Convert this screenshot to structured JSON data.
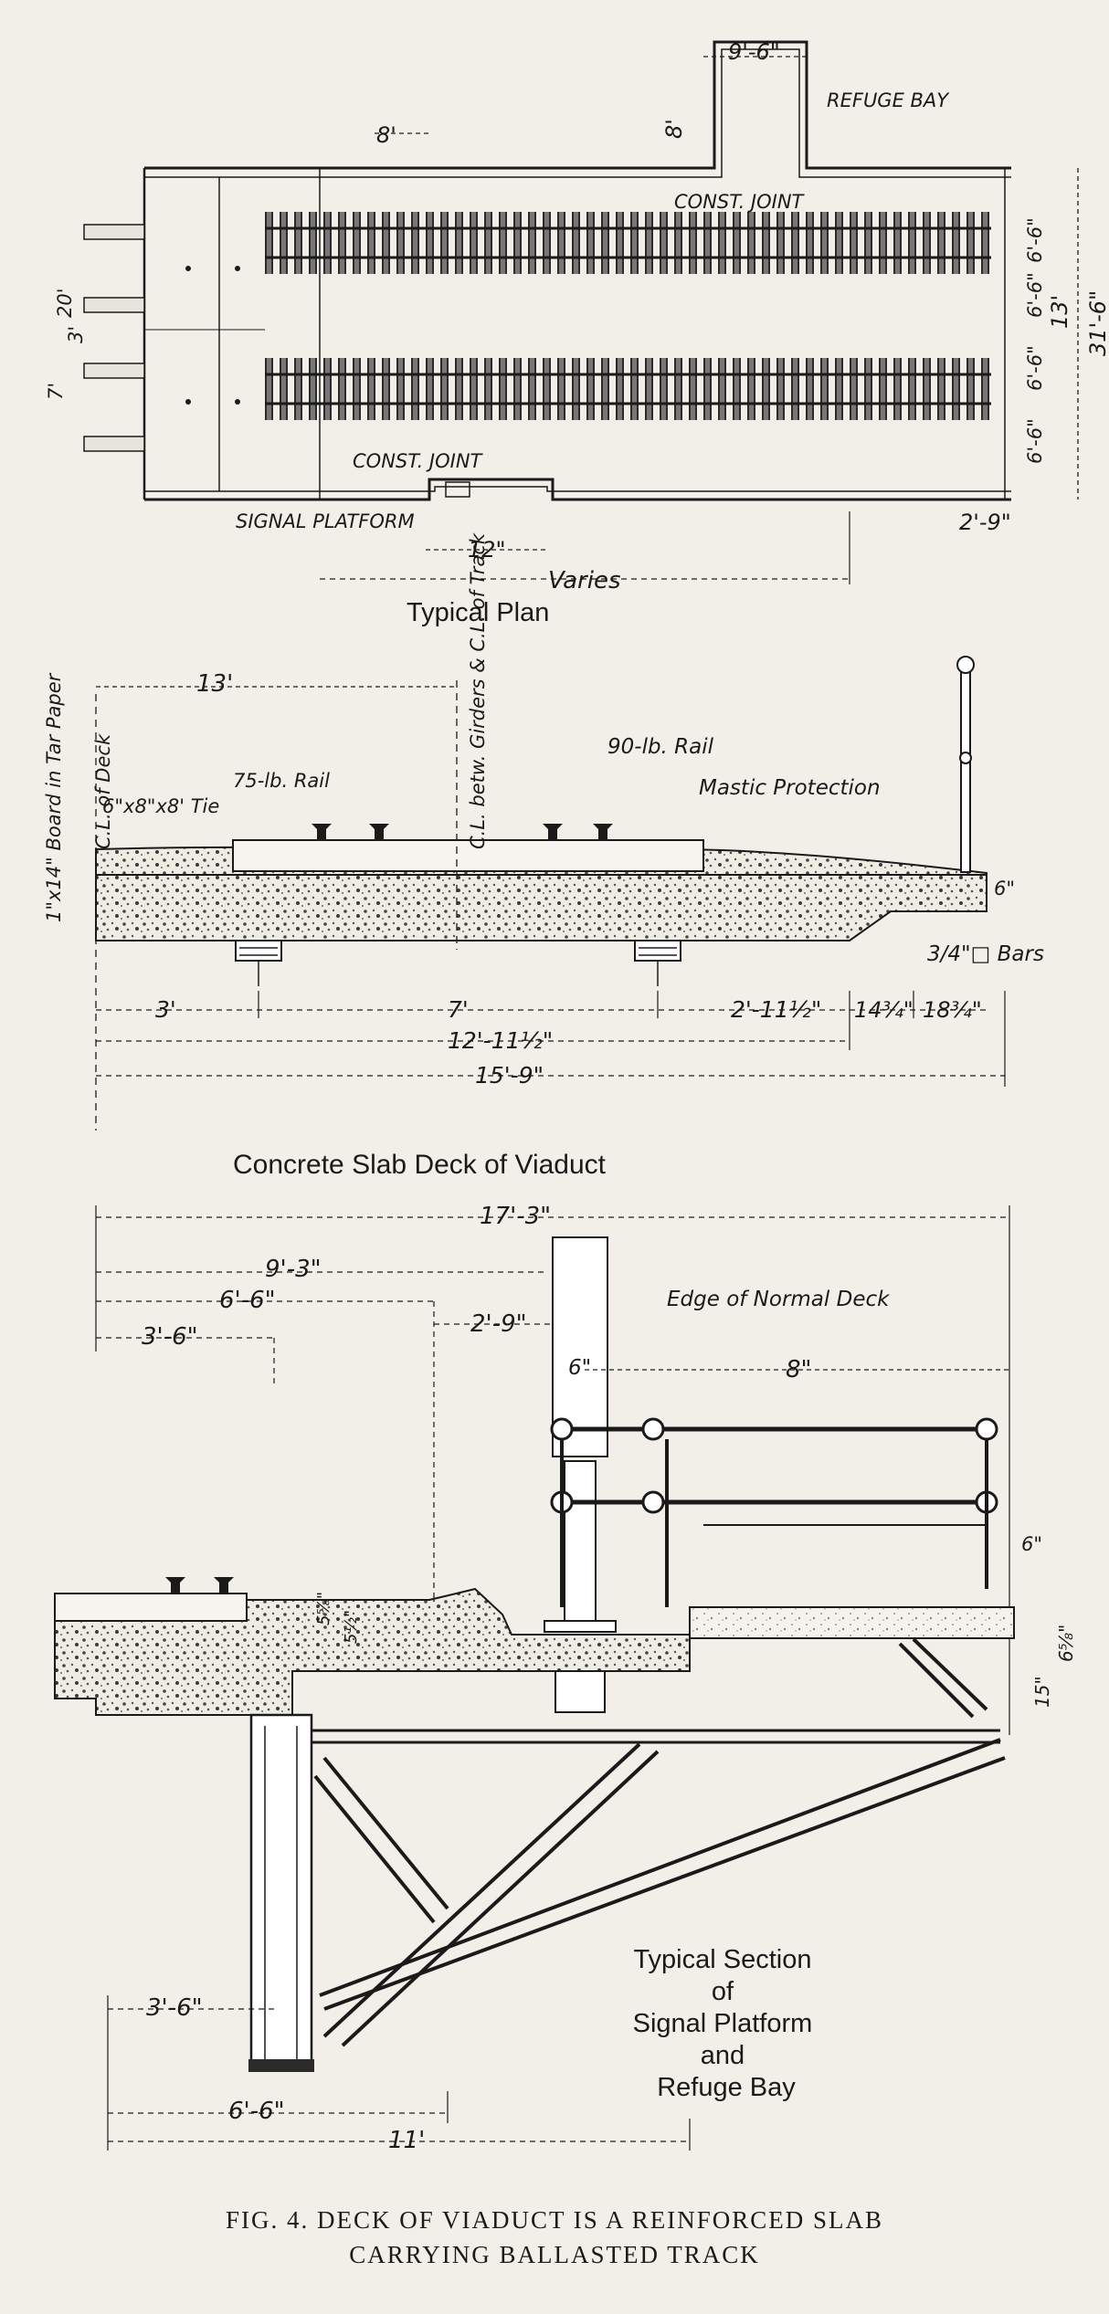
{
  "plan": {
    "title": "Typical Plan",
    "refuge_bay": "REFUGE BAY",
    "const_joint_top": "CONST. JOINT",
    "const_joint_bottom": "CONST. JOINT",
    "signal_platform": "SIGNAL PLATFORM",
    "dims": {
      "bay_width": "9'-6\"",
      "bay_depth": "8'",
      "spacing": "8'",
      "width_total": "31'-6\"",
      "track_centers": "13'",
      "track_half_a": "6'-6\"",
      "track_half_b": "6'-6\"",
      "track_half_c": "6'-6\"",
      "track_half_d": "6'-6\"",
      "edge": "2'-9\"",
      "left_20": "20'",
      "left_3": "3'",
      "left_7": "7'",
      "platform": "12\"",
      "varies": "Varies"
    }
  },
  "section1": {
    "title": "Concrete Slab Deck of Viaduct",
    "labels": {
      "board": "1\"x14\" Board in Tar Paper",
      "cl_deck": "C.L. of Deck",
      "cl_girders": "C.L. betw. Girders & C.L. of Track",
      "tie": "6\"x8\"x8' Tie",
      "rail_75": "75-lb. Rail",
      "rail_90": "90-lb. Rail",
      "mastic": "Mastic Protection",
      "bars": "3/4\"□ Bars"
    },
    "dims": {
      "d13": "13'",
      "d3": "3'",
      "d7": "7'",
      "d2_11": "2'-11½\"",
      "d14": "14¾\"",
      "d18": "18¾\"",
      "d12_11": "12'-11½\"",
      "d15_9": "15'-9\"",
      "d6": "6\""
    }
  },
  "section2": {
    "title_lines": [
      "Typical Section",
      "of",
      "Signal Platform",
      "and",
      "Refuge Bay"
    ],
    "labels": {
      "edge": "Edge of Normal Deck"
    },
    "dims": {
      "d17_3": "17'-3\"",
      "d9_3": "9'-3\"",
      "d6_6": "6'-6\"",
      "d3_6": "3'-6\"",
      "d2_9": "2'-9\"",
      "d6in": "6\"",
      "d8in": "8\"",
      "d5_58": "5⅝\"",
      "d5_12": "5½\"",
      "d6r": "6\"",
      "d15r": "15\"",
      "d6_58": "6⅝\"",
      "b3_6": "3'-6\"",
      "b6_6": "6'-6\"",
      "b11": "11'"
    }
  },
  "caption": {
    "line1": "FIG. 4.   DECK OF VIADUCT IS A REINFORCED SLAB",
    "line2": "CARRYING BALLASTED TRACK"
  }
}
